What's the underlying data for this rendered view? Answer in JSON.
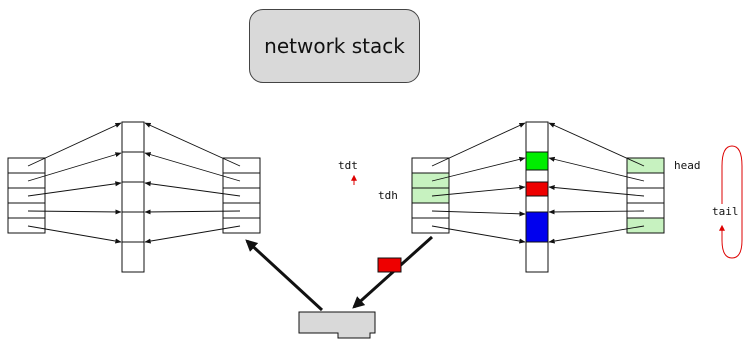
{
  "title": "network stack",
  "labels": {
    "tdt": "tdt",
    "tdh": "tdh",
    "head": "head",
    "tail": "tail"
  },
  "colors": {
    "ring_filled": "#c7f2c0",
    "packet_green": "#00ee00",
    "packet_red": "#ee0000",
    "packet_blue": "#0000ee",
    "arrow_red": "#dd0000",
    "device_fill": "#d9d9d9"
  }
}
